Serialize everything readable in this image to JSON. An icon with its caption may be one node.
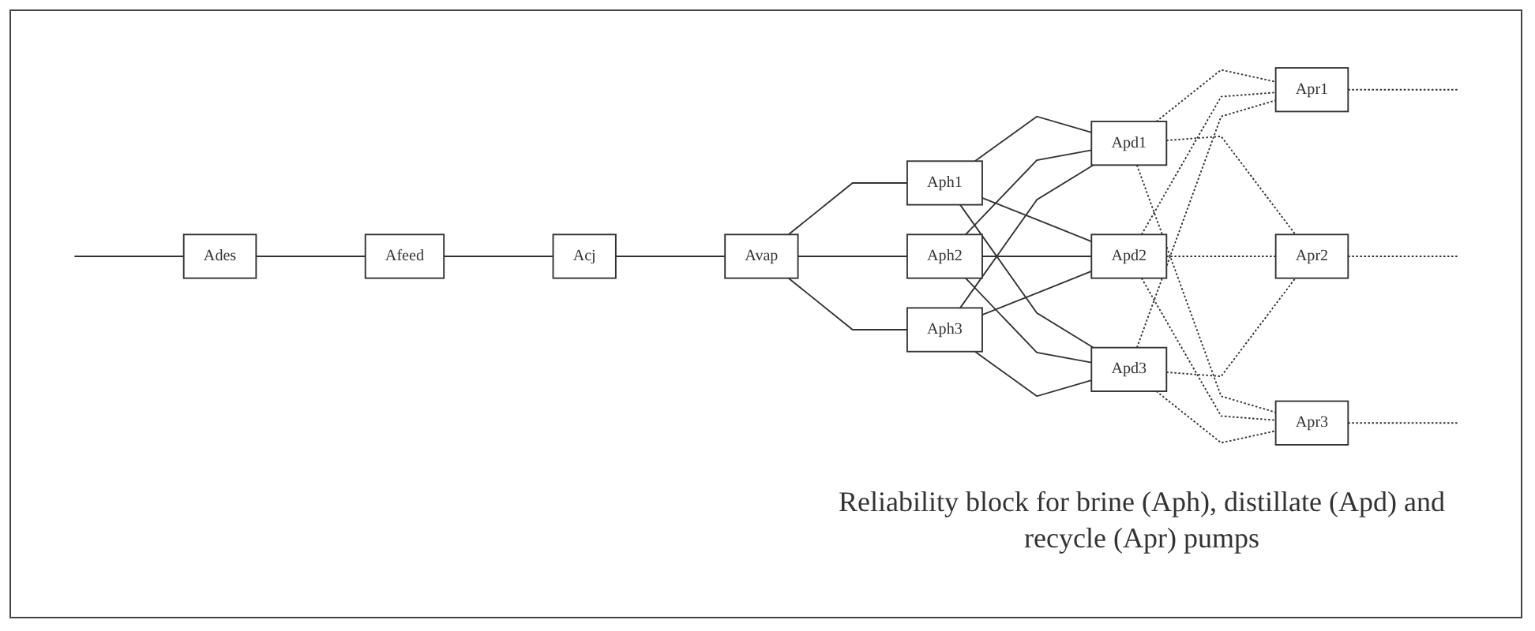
{
  "diagram": {
    "nodes": [
      {
        "text": [
          "Ades"
        ]
      },
      {
        "text": [
          "Afeed"
        ]
      },
      {
        "text": [
          "Acj"
        ]
      },
      {
        "text": [
          "Avap"
        ]
      },
      {
        "text": [
          "Aph1"
        ]
      },
      {
        "text": [
          "Aph2"
        ]
      },
      {
        "text": [
          "Aph3"
        ]
      },
      {
        "text": [
          "Apd1"
        ]
      },
      {
        "text": [
          "Apd2"
        ]
      },
      {
        "text": [
          "Apd3"
        ]
      },
      {
        "text": [
          "Apr1"
        ]
      },
      {
        "text": [
          "Apr2"
        ]
      },
      {
        "text": [
          "Apr3"
        ]
      }
    ],
    "edges": [
      {
        "from": null,
        "to": 0,
        "arrow": "none"
      },
      {
        "from": 0,
        "to": 1,
        "arrow": "none"
      },
      {
        "from": 1,
        "to": 2,
        "arrow": "none"
      },
      {
        "from": 2,
        "to": 3,
        "arrow": "none"
      },
      {
        "from": 3,
        "to": 4,
        "arrow": "none"
      },
      {
        "from": 3,
        "to": 5,
        "arrow": "none"
      },
      {
        "from": 3,
        "to": 6,
        "arrow": "none"
      },
      {
        "from": 4,
        "to": 7,
        "arrow": "none"
      },
      {
        "from": 4,
        "to": 8,
        "arrow": "none"
      },
      {
        "from": 4,
        "to": 9,
        "arrow": "none"
      },
      {
        "from": 5,
        "to": 7,
        "arrow": "none"
      },
      {
        "from": 5,
        "to": 8,
        "arrow": "none"
      },
      {
        "from": 5,
        "to": 9,
        "arrow": "none"
      },
      {
        "from": 6,
        "to": 7,
        "arrow": "none"
      },
      {
        "from": 6,
        "to": 8,
        "arrow": "none"
      },
      {
        "from": 6,
        "to": 9,
        "arrow": "none"
      },
      {
        "from": 7,
        "to": 10,
        "arrow": "none",
        "style": "dashed"
      },
      {
        "from": 7,
        "to": 11,
        "arrow": "none",
        "style": "dashed"
      },
      {
        "from": 7,
        "to": 12,
        "arrow": "none",
        "style": "dashed"
      },
      {
        "from": 8,
        "to": 10,
        "arrow": "none",
        "style": "dashed"
      },
      {
        "from": 8,
        "to": 11,
        "arrow": "none",
        "style": "dashed"
      },
      {
        "from": 8,
        "to": 12,
        "arrow": "none",
        "style": "dashed"
      },
      {
        "from": 9,
        "to": 10,
        "arrow": "none",
        "style": "dashed"
      },
      {
        "from": 9,
        "to": 11,
        "arrow": "none",
        "style": "dashed"
      },
      {
        "from": 9,
        "to": 12,
        "arrow": "none",
        "style": "dashed"
      },
      {
        "from": 10,
        "to": null,
        "arrow": "none",
        "style": "dashed"
      },
      {
        "from": 11,
        "to": null,
        "arrow": "none",
        "style": "dashed"
      },
      {
        "from": 12,
        "to": null,
        "arrow": "none",
        "style": "dashed"
      }
    ],
    "labels": [
      "Reliability block for brine (Aph), distillate (Apd) and recycle (Apr) pumps"
    ]
  }
}
